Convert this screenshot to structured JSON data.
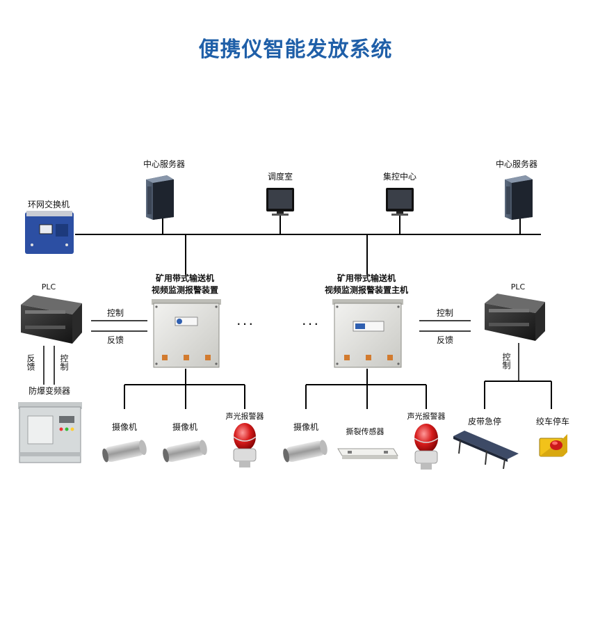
{
  "title": "便携仪智能发放系统",
  "labels": {
    "server_left": "中心服务器",
    "server_right": "中心服务器",
    "dispatch_room": "调度室",
    "control_center": "集控中心",
    "ring_switch": "环网交换机",
    "plc_left": "PLC",
    "plc_right": "PLC",
    "device_left_line1": "矿用带式输送机",
    "device_left_line2": "视频监测报警装置",
    "device_right_line1": "矿用带式输送机",
    "device_right_line2": "视频监测报警装置主机",
    "control_left": "控制",
    "feedback_left": "反馈",
    "control_right": "控制",
    "feedback_right": "反馈",
    "feedback_v": "反馈",
    "control_v": "控制",
    "control_v_right": "控制",
    "inverter": "防爆变频器",
    "camera1": "摄像机",
    "camera2": "摄像机",
    "alarm1": "声光报警器",
    "camera3": "摄像机",
    "tear_sensor": "撕裂传感器",
    "alarm2": "声光报警器",
    "belt_stop": "皮带急停",
    "winch_stop": "绞车停车",
    "ellipsis_left": "· · ·",
    "ellipsis_right": "· · ·"
  },
  "colors": {
    "title": "#1f5fa8",
    "line": "#000000"
  },
  "icons": {
    "server": "server-tower-icon",
    "monitor": "monitor-icon",
    "switch": "ring-network-switch-icon",
    "plc": "plc-module-icon",
    "enclosure": "explosion-proof-enclosure-icon",
    "inverter": "explosion-proof-inverter-icon",
    "camera": "camera-housing-icon",
    "alarm": "beacon-alarm-icon",
    "sensor": "tear-sensor-icon",
    "belt": "conveyor-belt-icon",
    "stop": "emergency-stop-button-icon"
  }
}
